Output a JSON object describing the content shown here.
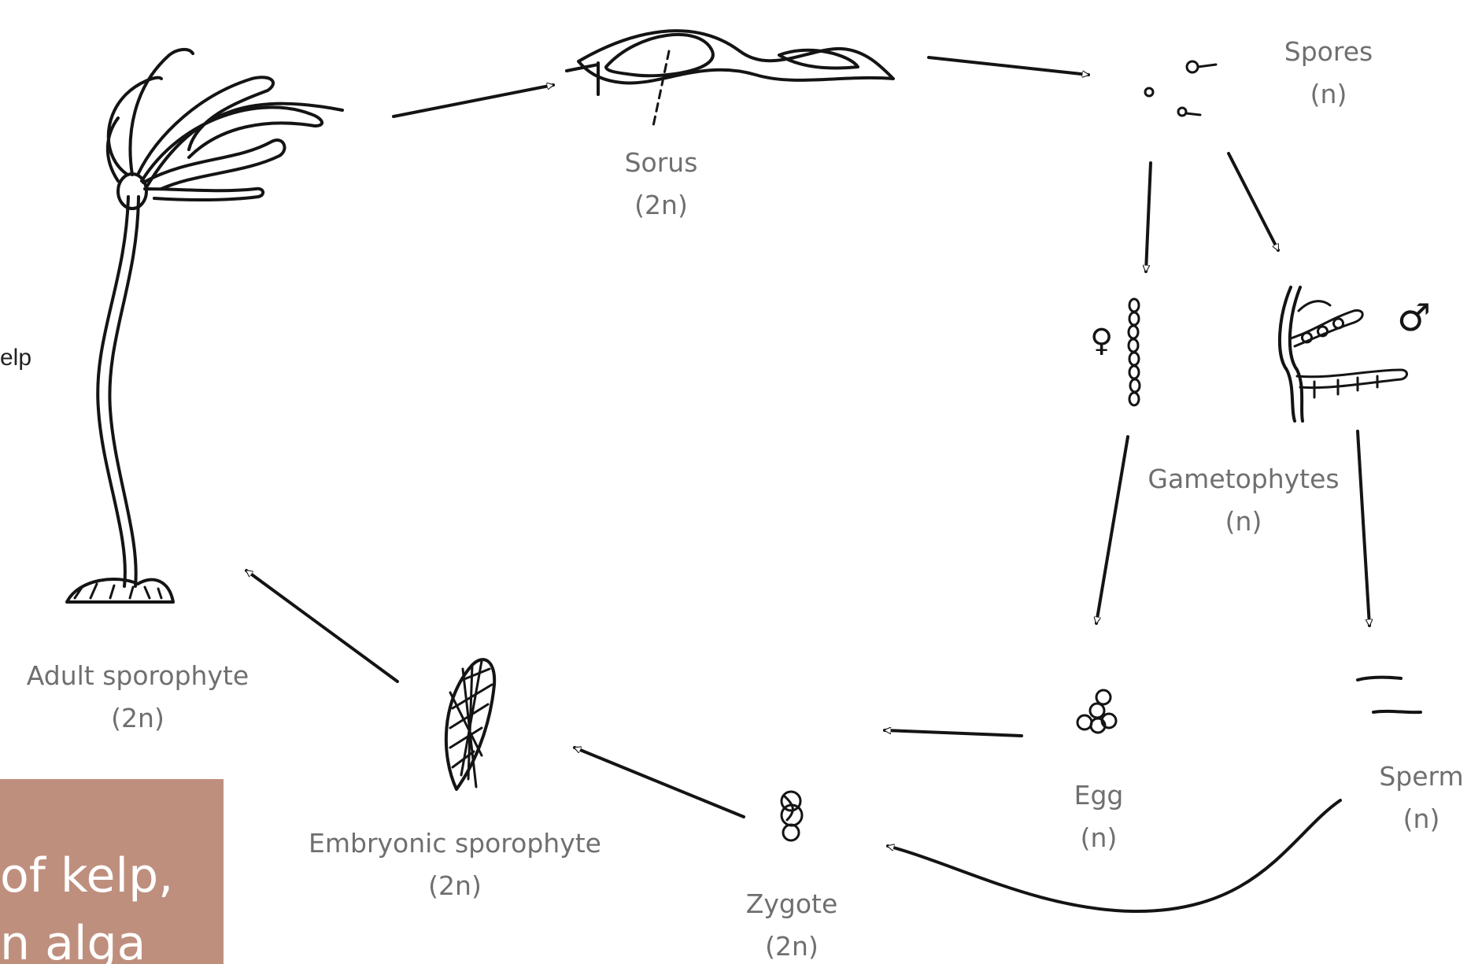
{
  "diagram": {
    "stages": {
      "adult_sporophyte": {
        "name": "Adult sporophyte",
        "ploidy": "(2n)"
      },
      "sorus": {
        "name": "Sorus",
        "ploidy": "(2n)"
      },
      "spores": {
        "name": "Spores",
        "ploidy": "(n)"
      },
      "gametophytes": {
        "name": "Gametophytes",
        "ploidy": "(n)"
      },
      "egg": {
        "name": "Egg",
        "ploidy": "(n)"
      },
      "sperm": {
        "name": "Sperm",
        "ploidy": "(n)"
      },
      "zygote": {
        "name": "Zygote",
        "ploidy": "(2n)"
      },
      "embryonic_sporophyte": {
        "name": "Embryonic sporophyte",
        "ploidy": "(2n)"
      }
    },
    "symbols": {
      "female": "♀",
      "male": "♂"
    }
  },
  "side_text": "elp",
  "caption": {
    "line1": "of kelp,",
    "line2": "n alga",
    "background": "#bf8f7e"
  },
  "colors": {
    "ink": "#141414",
    "label": "#6f6f6f"
  }
}
